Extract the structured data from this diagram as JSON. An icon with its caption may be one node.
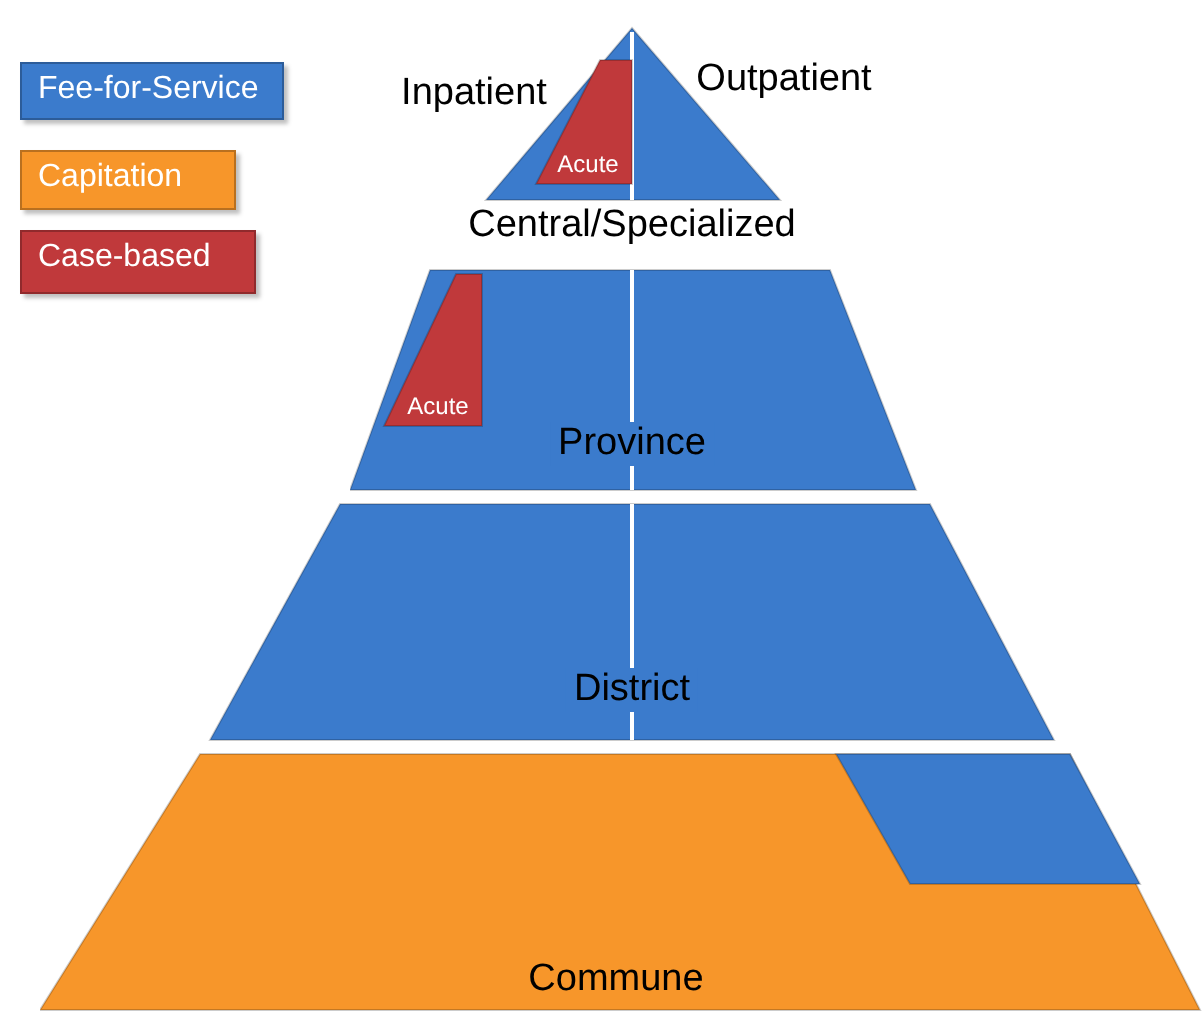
{
  "diagram": {
    "nodes": [
      {
        "text": [
          "Central/Specialized"
        ]
      },
      {
        "text": [
          "Acute"
        ],
        "in": 0
      },
      {
        "text": [
          "Province"
        ]
      },
      {
        "text": [
          "Acute"
        ],
        "in": 2
      },
      {
        "text": [
          "District"
        ]
      },
      {
        "text": [
          "Commune"
        ]
      },
      {
        "text": [],
        "shape": "box",
        "in": 5
      }
    ],
    "edges": [],
    "labels": [
      "Inpatient",
      "Outpatient"
    ],
    "legend": [
      {
        "text": "Fee-for-Service",
        "color": "#3b7bcc"
      },
      {
        "text": "Capitation",
        "color": "#f7962a"
      },
      {
        "text": "Case-based",
        "color": "#c0393b"
      }
    ]
  }
}
